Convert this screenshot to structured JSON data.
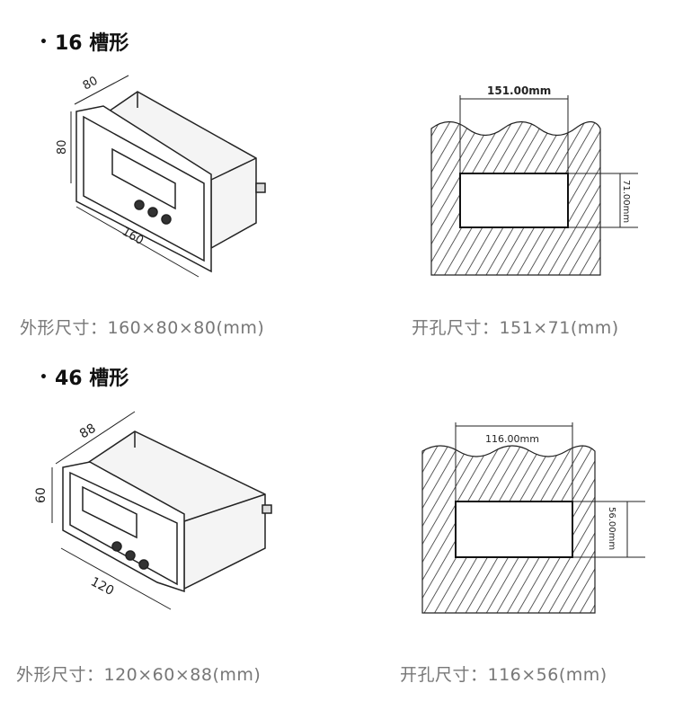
{
  "sections": [
    {
      "bullet": "•",
      "title": "16 槽形",
      "device_dims": {
        "depth": "80",
        "height": "80",
        "width": "160"
      },
      "cutout_dims": {
        "width": "151.00mm",
        "height": "71.00mm"
      },
      "outline_caption": "外形尺寸：160×80×80(mm)",
      "cutout_caption": "开孔尺寸：151×71(mm)"
    },
    {
      "bullet": "•",
      "title": "46 槽形",
      "device_dims": {
        "depth": "88",
        "height": "60",
        "width": "120"
      },
      "cutout_dims": {
        "width": "116.00mm",
        "height": "56.00mm"
      },
      "outline_caption": "外形尺寸：120×60×88(mm)",
      "cutout_caption": "开孔尺寸：116×56(mm)"
    }
  ]
}
